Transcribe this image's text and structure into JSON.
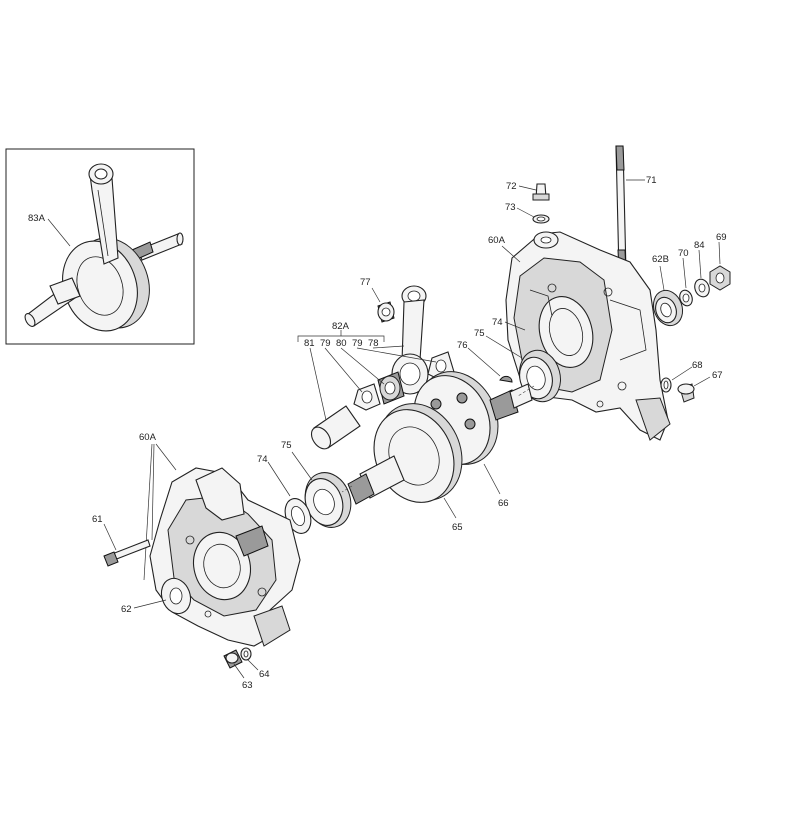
{
  "labels": {
    "l83A": "83A",
    "l71": "71",
    "l72": "72",
    "l73": "73",
    "l60A_top": "60A",
    "l62B": "62B",
    "l70": "70",
    "l84": "84",
    "l69": "69",
    "l77": "77",
    "l82A": "82A",
    "l81": "81",
    "l79a": "79",
    "l80": "80",
    "l79b": "79",
    "l78": "78",
    "l74_top": "74",
    "l75_top": "75",
    "l76": "76",
    "l68": "68",
    "l67": "67",
    "l60A_left": "60A",
    "l74_left": "74",
    "l75_left": "75",
    "l66": "66",
    "l65": "65",
    "l61": "61",
    "l62": "62",
    "l63": "63",
    "l64": "64"
  }
}
